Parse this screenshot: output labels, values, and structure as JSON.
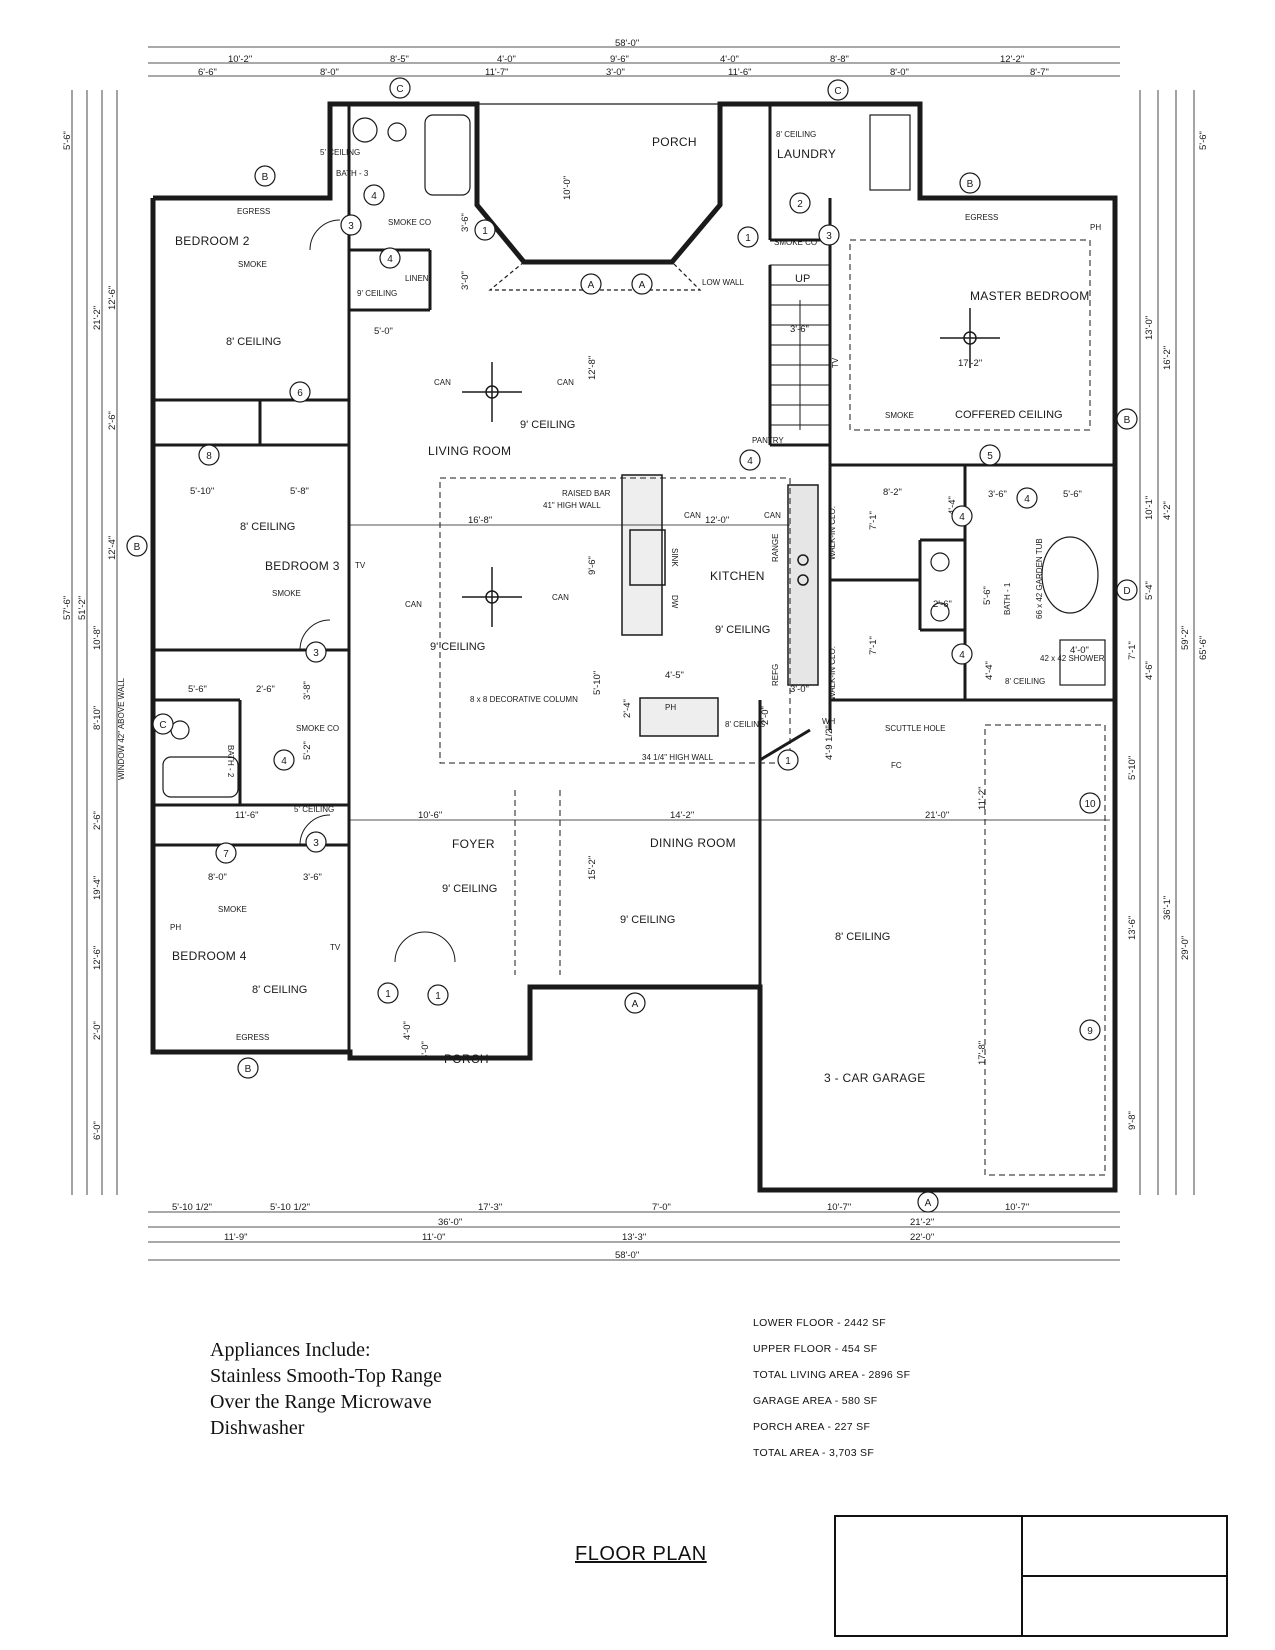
{
  "rooms": {
    "bedroom2": "BEDROOM 2",
    "bedroom3": "BEDROOM 3",
    "bedroom4": "BEDROOM 4",
    "living": "LIVING ROOM",
    "kitchen": "KITCHEN",
    "dining": "DINING ROOM",
    "foyer": "FOYER",
    "porch_top": "PORCH",
    "porch_bottom": "PORCH",
    "laundry": "LAUNDRY",
    "master": "MASTER BEDROOM",
    "garage": "3 - CAR GARAGE",
    "pantry": "PANTRY",
    "bath1": "BATH - 1",
    "bath2": "BATH - 2",
    "bath3": "BATH - 3",
    "linen": "LINEN",
    "walkin": "WALK-IN CLO."
  },
  "notes": {
    "ceiling8": "8' CEILING",
    "ceiling9": "9' CEILING",
    "coffered": "COFFERED CEILING",
    "smoke": "SMOKE",
    "smoke_co": "SMOKE CO",
    "egress": "EGRESS",
    "can": "CAN",
    "up": "UP",
    "low_wall": "LOW WALL",
    "raised_bar": "RAISED BAR",
    "high_wall_41": "41\" HIGH WALL",
    "high_wall_34": "34 1/4\" HIGH WALL",
    "decorative_column": "8 x 8 DECORATIVE COLUMN",
    "sink": "SINK",
    "range": "RANGE",
    "refg": "REFG",
    "dw": "DW",
    "scuttle": "SCUTTLE HOLE",
    "garden_tub": "66 x 42 GARDEN TUB",
    "shower": "42 x 42 SHOWER",
    "window_note": "WINDOW 42\" ABOVE WALL",
    "tv": "TV",
    "ph": "PH",
    "wh": "WH",
    "fc": "FC",
    "ceiling8_laundry": "8' CEILING",
    "ceiling5": "5' CEILING",
    "ceiling9_linen": "9' CEILING"
  },
  "dims": {
    "top_total": "58'-0\"",
    "top_a": "10'-2\"",
    "top_b": "8'-5\"",
    "top_c": "4'-0\"",
    "top_d": "9'-6\"",
    "top_e": "4'-0\"",
    "top_f": "8'-8\"",
    "top_g": "12'-2\"",
    "top2_a": "6'-6\"",
    "top2_b": "8'-0\"",
    "top2_c": "11'-7\"",
    "top2_d": "3'-0\"",
    "top2_e": "11'-6\"",
    "top2_f": "8'-0\"",
    "top2_g": "8'-7\"",
    "bot_a": "5'-10 1/2\"",
    "bot_b": "5'-10 1/2\"",
    "bot_c": "17'-3\"",
    "bot_d": "7'-0\"",
    "bot_e": "10'-7\"",
    "bot_f": "10'-7\"",
    "bot2_a": "36'-0\"",
    "bot2_b": "21'-2\"",
    "bot3_a": "11'-9\"",
    "bot3_b": "11'-0\"",
    "bot3_c": "13'-3\"",
    "bot3_d": "22'-0\"",
    "bot_total": "58'-0\"",
    "left_a": "5'-6\"",
    "left_b": "57'-6\"",
    "left_c": "51'-2\"",
    "left_d": "21'-2\"",
    "left_e": "12'-6\"",
    "left_f": "2'-6\"",
    "left_g": "12'-4\"",
    "left_h": "10'-8\"",
    "left_i": "8'-10\"",
    "left_j": "2'-6\"",
    "left_k": "19'-4\"",
    "left_l": "12'-6\"",
    "left_m": "2'-0\"",
    "left_n": "6'-0\"",
    "right_a": "5'-6\"",
    "right_b": "65'-6\"",
    "right_c": "59'-2\"",
    "right_d": "16'-2\"",
    "right_e": "13'-0\"",
    "right_f": "10'-1\"",
    "right_g": "4'-2\"",
    "right_h": "5'-4\"",
    "right_i": "4'-6\"",
    "right_j": "7'-1\"",
    "right_k": "36'-1\"",
    "right_l": "29'-0\"",
    "right_m": "5'-10\"",
    "right_n": "13'-6\"",
    "right_o": "9'-8\"",
    "living_w": "16'-8\"",
    "kitchen_w": "12'-0\"",
    "living_d": "12'-8\"",
    "kitchen_d": "9'-6\"",
    "bed3_a": "5'-10\"",
    "bed3_b": "5'-8\"",
    "bed4_a": "8'-0\"",
    "bed4_b": "3'-6\"",
    "hall": "11'-6\"",
    "foyer_w": "10'-6\"",
    "dining_w": "14'-2\"",
    "dining_d": "15'-2\"",
    "garage_w": "21'-0\"",
    "garage_d1": "11'-2\"",
    "garage_d2": "17'-8\"",
    "porch_d": "10'-0\"",
    "porch2_a": "4'-0\"",
    "porch2_b": "6'-0\"",
    "stair": "3'-6\"",
    "master_w": "17'-2\"",
    "closet_a": "8'-2\"",
    "closet_b": "3'-6\"",
    "bath1_a": "5'-6\"",
    "bath1_b": "4'-0\"",
    "bath2_a": "5'-6\"",
    "bath2_b": "2'-6\"",
    "bath2_c": "3'-8\"",
    "bath2_d": "5'-2\"",
    "hall5": "5'-0\"",
    "linen_d": "3'-0\"",
    "bath3_d": "3'-6\"",
    "col_a": "4'-5\"",
    "col_b": "2'-4\"",
    "col_c": "5'-10\"",
    "col_d": "2'-0\"",
    "col_e": "3'-0\"",
    "col_f": "4'-9 1/2\"",
    "wic_a": "7'-1\"",
    "wic_b": "7'-1\"",
    "vanity": "2'-6\"",
    "vanity2": "5'-6\"",
    "bath_d": "4'-4\"",
    "bath_e": "4'-4\""
  },
  "appliances": {
    "heading": "Appliances Include:",
    "items": [
      "Stainless Smooth-Top Range",
      "Over the Range Microwave",
      "Dishwasher"
    ]
  },
  "areas": {
    "lower": "LOWER FLOOR - 2442 SF",
    "upper": "UPPER FLOOR - 454 SF",
    "living": "TOTAL LIVING AREA - 2896 SF",
    "garage": "GARAGE AREA - 580 SF",
    "porch": "PORCH AREA - 227 SF",
    "total": "TOTAL AREA - 3,703 SF"
  },
  "title": "FLOOR PLAN",
  "tags": {
    "a": "A",
    "b": "B",
    "c": "C",
    "d": "D",
    "n1": "1",
    "n2": "2",
    "n3": "3",
    "n4": "4",
    "n5": "5",
    "n6": "6",
    "n7": "7",
    "n8": "8",
    "n9": "9",
    "n10": "10"
  }
}
